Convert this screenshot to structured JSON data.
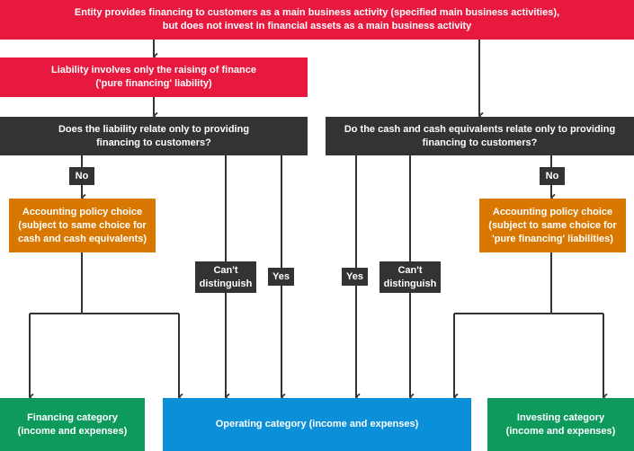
{
  "top": {
    "line1": "Entity provides financing to customers as a main business activity (specified main business activities),",
    "line2": "but does not invest in financial assets as a main business activity"
  },
  "liability_box": {
    "line1": "Liability involves only the raising of finance",
    "line2": "('pure financing' liability)"
  },
  "question_liability": {
    "line1": "Does the liability relate only to providing",
    "line2": "financing to customers?"
  },
  "question_cash": {
    "line1": "Do the cash and cash equivalents relate only to providing",
    "line2": "financing to customers?"
  },
  "labels": {
    "no": "No",
    "yes": "Yes",
    "cant1": "Can't",
    "cant2": "distinguish"
  },
  "policy_left": {
    "line1": "Accounting policy choice",
    "line2": "(subject to same choice for",
    "line3": "cash and cash equivalents)"
  },
  "policy_right": {
    "line1": "Accounting policy choice",
    "line2": "(subject to same choice for",
    "line3": "'pure financing' liabilities)"
  },
  "outcomes": {
    "financing": {
      "line1": "Financing category",
      "line2": "(income and expenses)"
    },
    "operating": {
      "line1": "Operating category (income and expenses)"
    },
    "investing": {
      "line1": "Investing category",
      "line2": "(income and expenses)"
    }
  }
}
